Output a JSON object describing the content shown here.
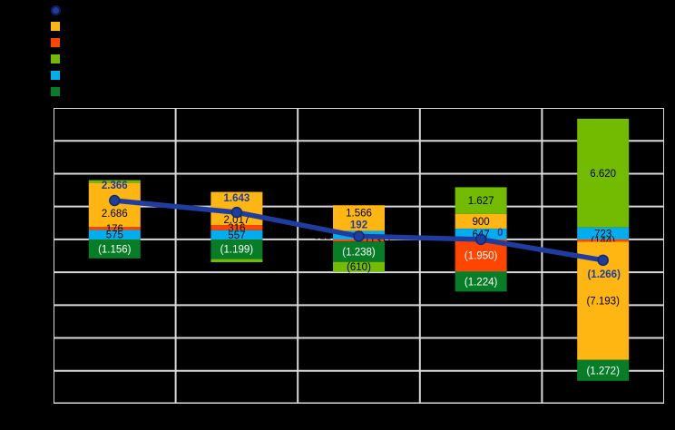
{
  "window": {
    "background": "#000000",
    "grid_color": "#D9D9D9"
  },
  "legend": {
    "items": [
      {
        "name": "line-series",
        "marker": "circle",
        "color": "#1F3D9E",
        "label": ""
      },
      {
        "name": "amber-series",
        "marker": "square",
        "color": "#FFB612",
        "label": ""
      },
      {
        "name": "orangered-series",
        "marker": "square",
        "color": "#FF4500",
        "label": ""
      },
      {
        "name": "yellowgreen-series",
        "marker": "square",
        "color": "#72BB00",
        "label": ""
      },
      {
        "name": "cyan-series",
        "marker": "square",
        "color": "#00AEEF",
        "label": ""
      },
      {
        "name": "darkgreen-series",
        "marker": "square",
        "color": "#067D26",
        "label": ""
      }
    ]
  },
  "chart_data": {
    "type": "combo-stacked-bar-line",
    "title": "",
    "categories": [
      "",
      "",
      "",
      "",
      ""
    ],
    "axis": {
      "y_max": 8000,
      "y_min": -10000,
      "y_step": 2000,
      "gridlines": "horizontal+vertical",
      "tick_labels_visible": false
    },
    "palette": {
      "amber": "#FFB612",
      "orangered": "#FF4500",
      "yellowgreen": "#72BB00",
      "cyan": "#00AEEF",
      "darkgreen": "#067D26",
      "line": "#1F3D9E"
    },
    "line_series": {
      "color": "#1F3D9E",
      "values": [
        2366,
        1643,
        192,
        0,
        -1266
      ],
      "labels": [
        "2.366",
        "1.643",
        "192",
        "0",
        "(1.266)"
      ]
    },
    "bars": [
      {
        "segments": [
          {
            "series": "yellowgreen",
            "value": 170,
            "label": "",
            "label_color": "#000000"
          },
          {
            "series": "amber",
            "value": 2686,
            "label": "2.686",
            "label_color": "#000000"
          },
          {
            "series": "orangered",
            "value": 176,
            "label": "176",
            "label_color": "#000000"
          },
          {
            "series": "cyan",
            "value": 575,
            "label": "575",
            "label_color": "#000000"
          },
          {
            "series": "darkgreen",
            "value": -1156,
            "label": "(1.156)",
            "label_color": "#FFFFFF"
          }
        ]
      },
      {
        "segments": [
          {
            "series": "amber",
            "value": 2017,
            "label": "2.017",
            "label_color": "#000000"
          },
          {
            "series": "orangered",
            "value": 316,
            "label": "316",
            "label_color": "#000000"
          },
          {
            "series": "cyan",
            "value": 557,
            "label": "557",
            "label_color": "#000000"
          },
          {
            "series": "darkgreen",
            "value": -1199,
            "label": "(1.199)",
            "label_color": "#FFFFFF"
          },
          {
            "series": "yellowgreen",
            "value": -190,
            "label": "",
            "label_color": "#000000"
          }
        ]
      },
      {
        "segments": [
          {
            "series": "amber",
            "value": 1566,
            "label": "1.566",
            "label_color": "#000000"
          },
          {
            "series": "cyan",
            "value": 512,
            "label": "512",
            "label_color": "#000000",
            "label_side": "left"
          },
          {
            "series": "orangered",
            "value": -131,
            "label": "(131)",
            "label_color": "#000000",
            "label_side": "right"
          },
          {
            "series": "darkgreen",
            "value": -1238,
            "label": "(1.238)",
            "label_color": "#FFFFFF"
          },
          {
            "series": "yellowgreen",
            "value": -610,
            "label": "(610)",
            "label_color": "#000000"
          }
        ]
      },
      {
        "segments": [
          {
            "series": "yellowgreen",
            "value": 1627,
            "label": "1.627",
            "label_color": "#000000"
          },
          {
            "series": "amber",
            "value": 900,
            "label": "900",
            "label_color": "#000000"
          },
          {
            "series": "cyan",
            "value": 647,
            "label": "647",
            "label_color": "#000000"
          },
          {
            "series": "orangered",
            "value": -1950,
            "label": "(1.950)",
            "label_color": "#FFFFFF"
          },
          {
            "series": "darkgreen",
            "value": -1224,
            "label": "(1.224)",
            "label_color": "#FFFFFF"
          }
        ]
      },
      {
        "segments": [
          {
            "series": "yellowgreen",
            "value": 6620,
            "label": "6.620",
            "label_color": "#000000"
          },
          {
            "series": "cyan",
            "value": 723,
            "label": "723",
            "label_color": "#000000"
          },
          {
            "series": "orangered",
            "value": -144,
            "label": "(144)",
            "label_color": "#000000"
          },
          {
            "series": "amber",
            "value": -7193,
            "label": "(7.193)",
            "label_color": "#000000"
          },
          {
            "series": "darkgreen",
            "value": -1272,
            "label": "(1.272)",
            "label_color": "#FFFFFF"
          }
        ]
      }
    ]
  }
}
